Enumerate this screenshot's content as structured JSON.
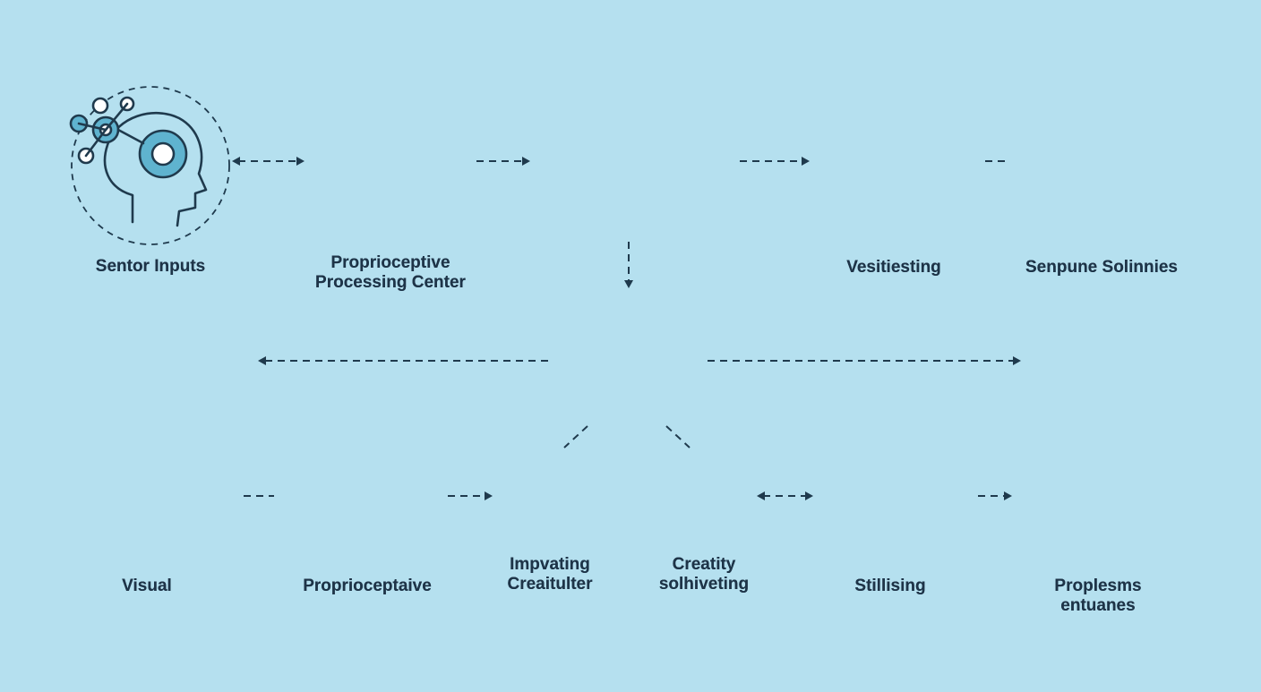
{
  "nodes": {
    "sensor_inputs": {
      "label": "Sentor Inputs",
      "icon": "head-sensor-gear-icon"
    },
    "proprioceptive_center": {
      "label": "Proprioceptive\nProcessing Center",
      "icon": "document-laptop-icon"
    },
    "brain": {
      "label": "",
      "icon": "brain-icon"
    },
    "vesitiesting": {
      "label": "Vesitiesting",
      "icon": "checklist-icon"
    },
    "senpune": {
      "label": "Senpune Solinnies",
      "icon": "person-idea-icon"
    },
    "hub": {
      "label": "",
      "icon": "hand-gear-brain-icon"
    },
    "left_head": {
      "label": "",
      "icon": "head-profile-icon"
    },
    "right_check": {
      "label": "",
      "icon": "check-circle-icon"
    },
    "visual": {
      "label": "Visual",
      "icon": "network-document-icon"
    },
    "proprioceptaive": {
      "label": "Proprioceptaive",
      "icon": "head-gear-icon"
    },
    "impvating": {
      "label": "Impvating\nCreaitulter",
      "icon": "businessman-icon"
    },
    "creatity": {
      "label": "Creatity\nsolhiveting",
      "icon": "globe-crown-icon"
    },
    "stillising": {
      "label": "Stillising",
      "icon": "speech-balloon-icon"
    },
    "proplesms": {
      "label": "Proplesmѕ entuanes",
      "icon": "team-meeting-icon"
    }
  },
  "colors": {
    "background": "#b5e0ef",
    "accent": "#5fb3cf",
    "stroke": "#1f3a4d",
    "text": "#1e3448"
  }
}
